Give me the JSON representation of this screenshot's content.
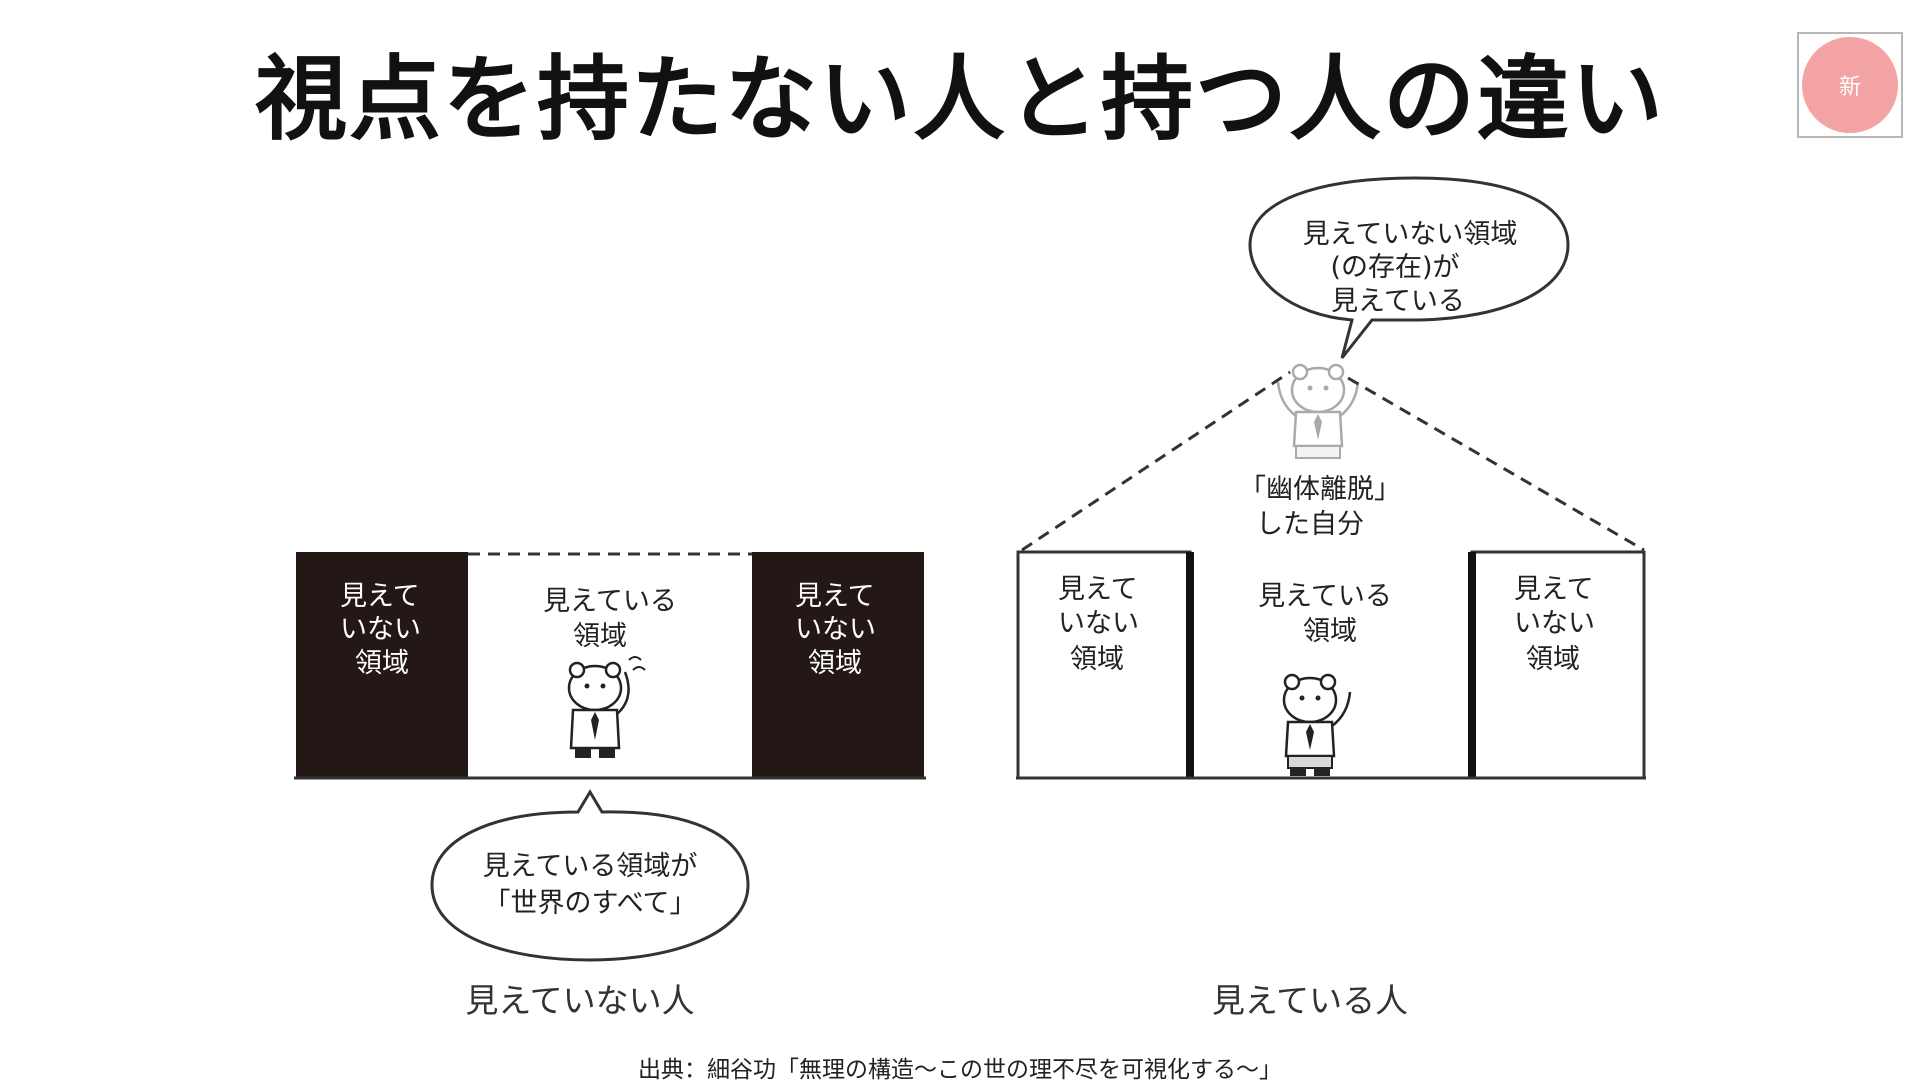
{
  "title": "視点を持たない人と持つ人の違い",
  "badge": {
    "label": "新",
    "color": "#f3a3a3"
  },
  "left": {
    "caption": "見えていない人",
    "region_left": [
      "見えて",
      "いない",
      "領域"
    ],
    "region_center": [
      "見えている",
      "領域"
    ],
    "region_right": [
      "見えて",
      "いない",
      "領域"
    ],
    "bubble": [
      "見えている領域が",
      "「世界のすべて」"
    ]
  },
  "right": {
    "caption": "見えている人",
    "region_left": [
      "見えて",
      "いない",
      "領域"
    ],
    "region_center": [
      "見えている",
      "領域"
    ],
    "region_right": [
      "見えて",
      "いない",
      "領域"
    ],
    "bubble": [
      "見えていない領域",
      "(の存在)が",
      "見えている"
    ],
    "self_label": [
      "「幽体離脱」",
      "した自分"
    ]
  },
  "source": "出典：細谷功「無理の構造〜この世の理不尽を可視化する〜」",
  "colors": {
    "dark_region": "#231815",
    "line": "#333333"
  }
}
